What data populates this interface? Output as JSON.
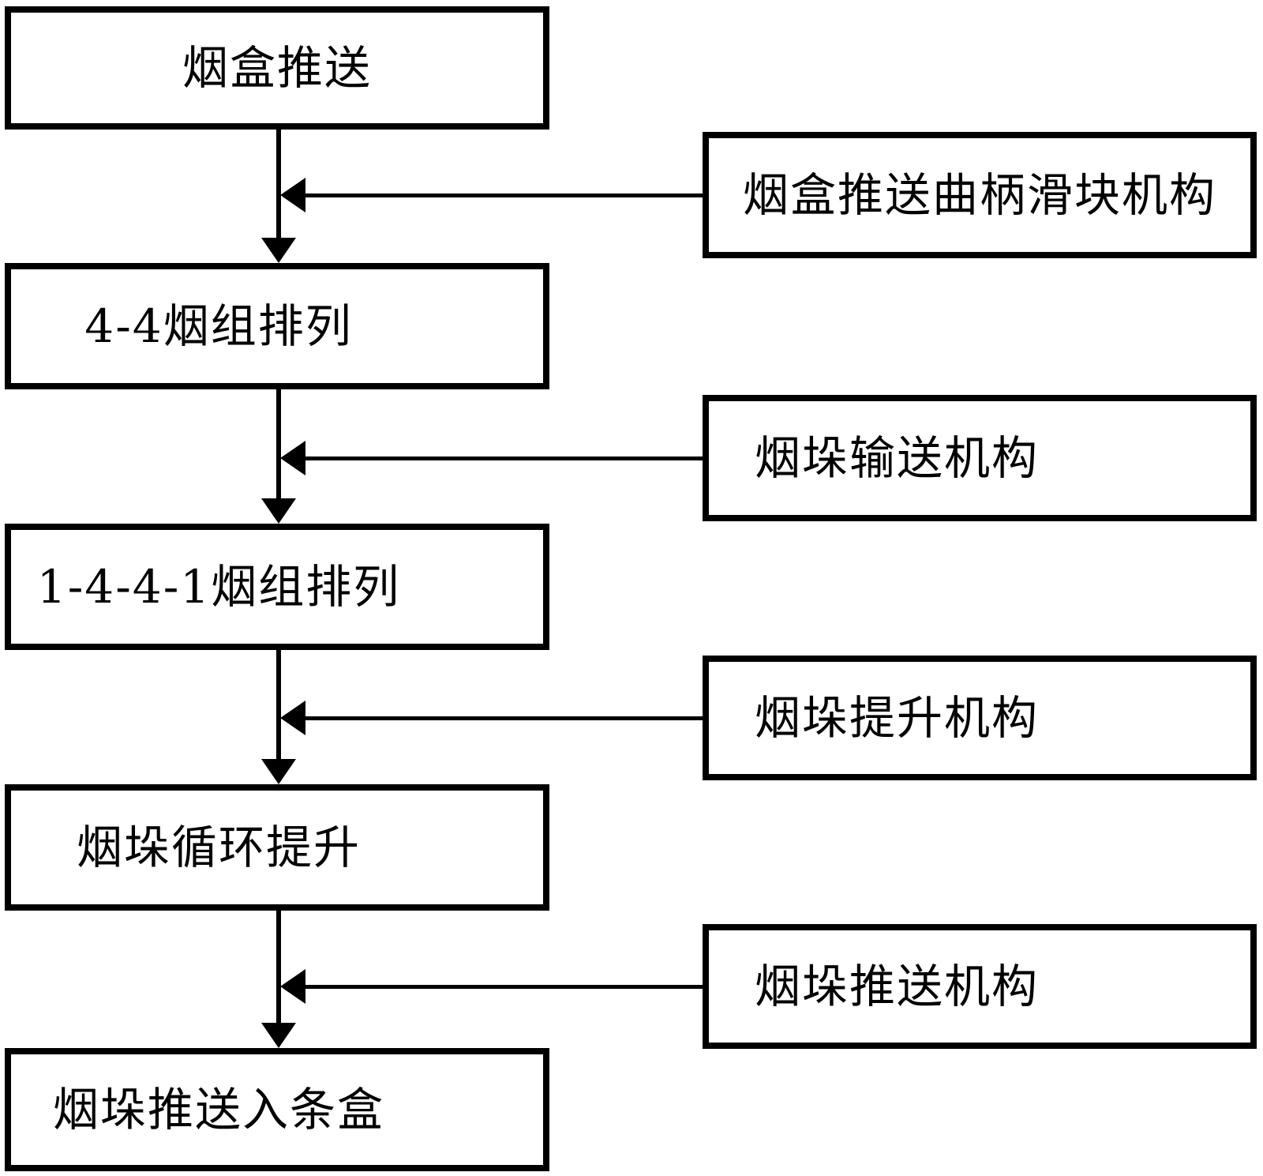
{
  "flow": {
    "steps": [
      {
        "label": "烟盒推送"
      },
      {
        "label": "4-4烟组排列"
      },
      {
        "label": "1-4-4-1烟组排列"
      },
      {
        "label": "烟垛循环提升"
      },
      {
        "label": "烟垛推送入条盒"
      }
    ]
  },
  "mechanisms": [
    {
      "label": "烟盒推送曲柄滑块机构"
    },
    {
      "label": "烟垛输送机构"
    },
    {
      "label": "烟垛提升机构"
    },
    {
      "label": "烟垛推送机构"
    }
  ],
  "colors": {
    "line": "#000000",
    "background": "#ffffff"
  }
}
